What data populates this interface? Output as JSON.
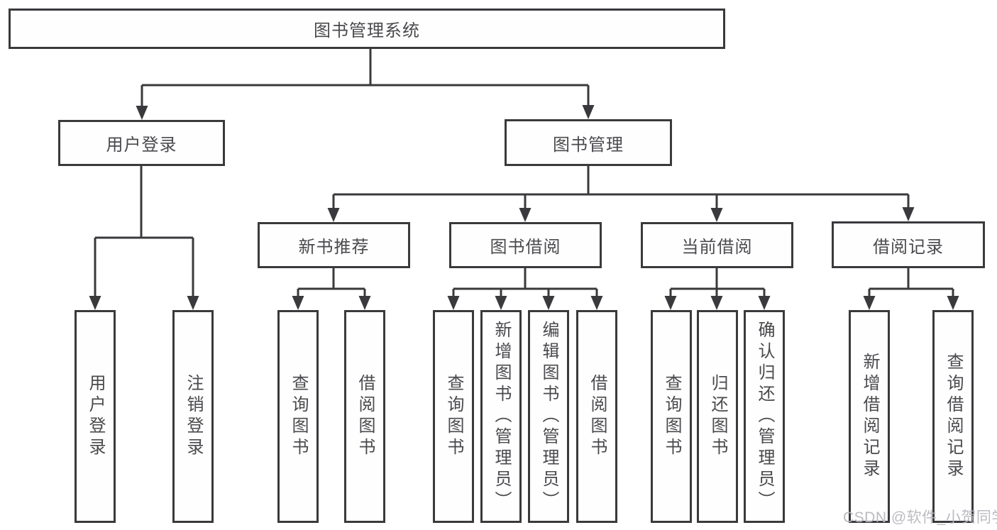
{
  "diagram": {
    "root": {
      "label": "图书管理系统",
      "children": [
        {
          "label": "用户登录",
          "children": [
            {
              "label": "用户登录"
            },
            {
              "label": "注销登录"
            }
          ]
        },
        {
          "label": "图书管理",
          "children": [
            {
              "label": "新书推荐",
              "children": [
                {
                  "label": "查询图书"
                },
                {
                  "label": "借阅图书"
                }
              ]
            },
            {
              "label": "图书借阅",
              "children": [
                {
                  "label": "查询图书"
                },
                {
                  "label": "新增图书（管理员）"
                },
                {
                  "label": "编辑图书（管理员）"
                },
                {
                  "label": "借阅图书"
                }
              ]
            },
            {
              "label": "当前借阅",
              "children": [
                {
                  "label": "查询图书"
                },
                {
                  "label": "归还图书"
                },
                {
                  "label": "确认归还（管理员）"
                }
              ]
            },
            {
              "label": "借阅记录",
              "children": [
                {
                  "label": "新增借阅记录"
                },
                {
                  "label": "查询借阅记录"
                }
              ]
            }
          ]
        }
      ]
    }
  },
  "watermark": {
    "text": "CSDN @软件_小贺同学"
  },
  "colors": {
    "line": "#3a3a3d",
    "box_border": "#3a3a3d",
    "text": "#4a4a4e",
    "watermark": "#b7b7be",
    "background": "#ffffff"
  }
}
